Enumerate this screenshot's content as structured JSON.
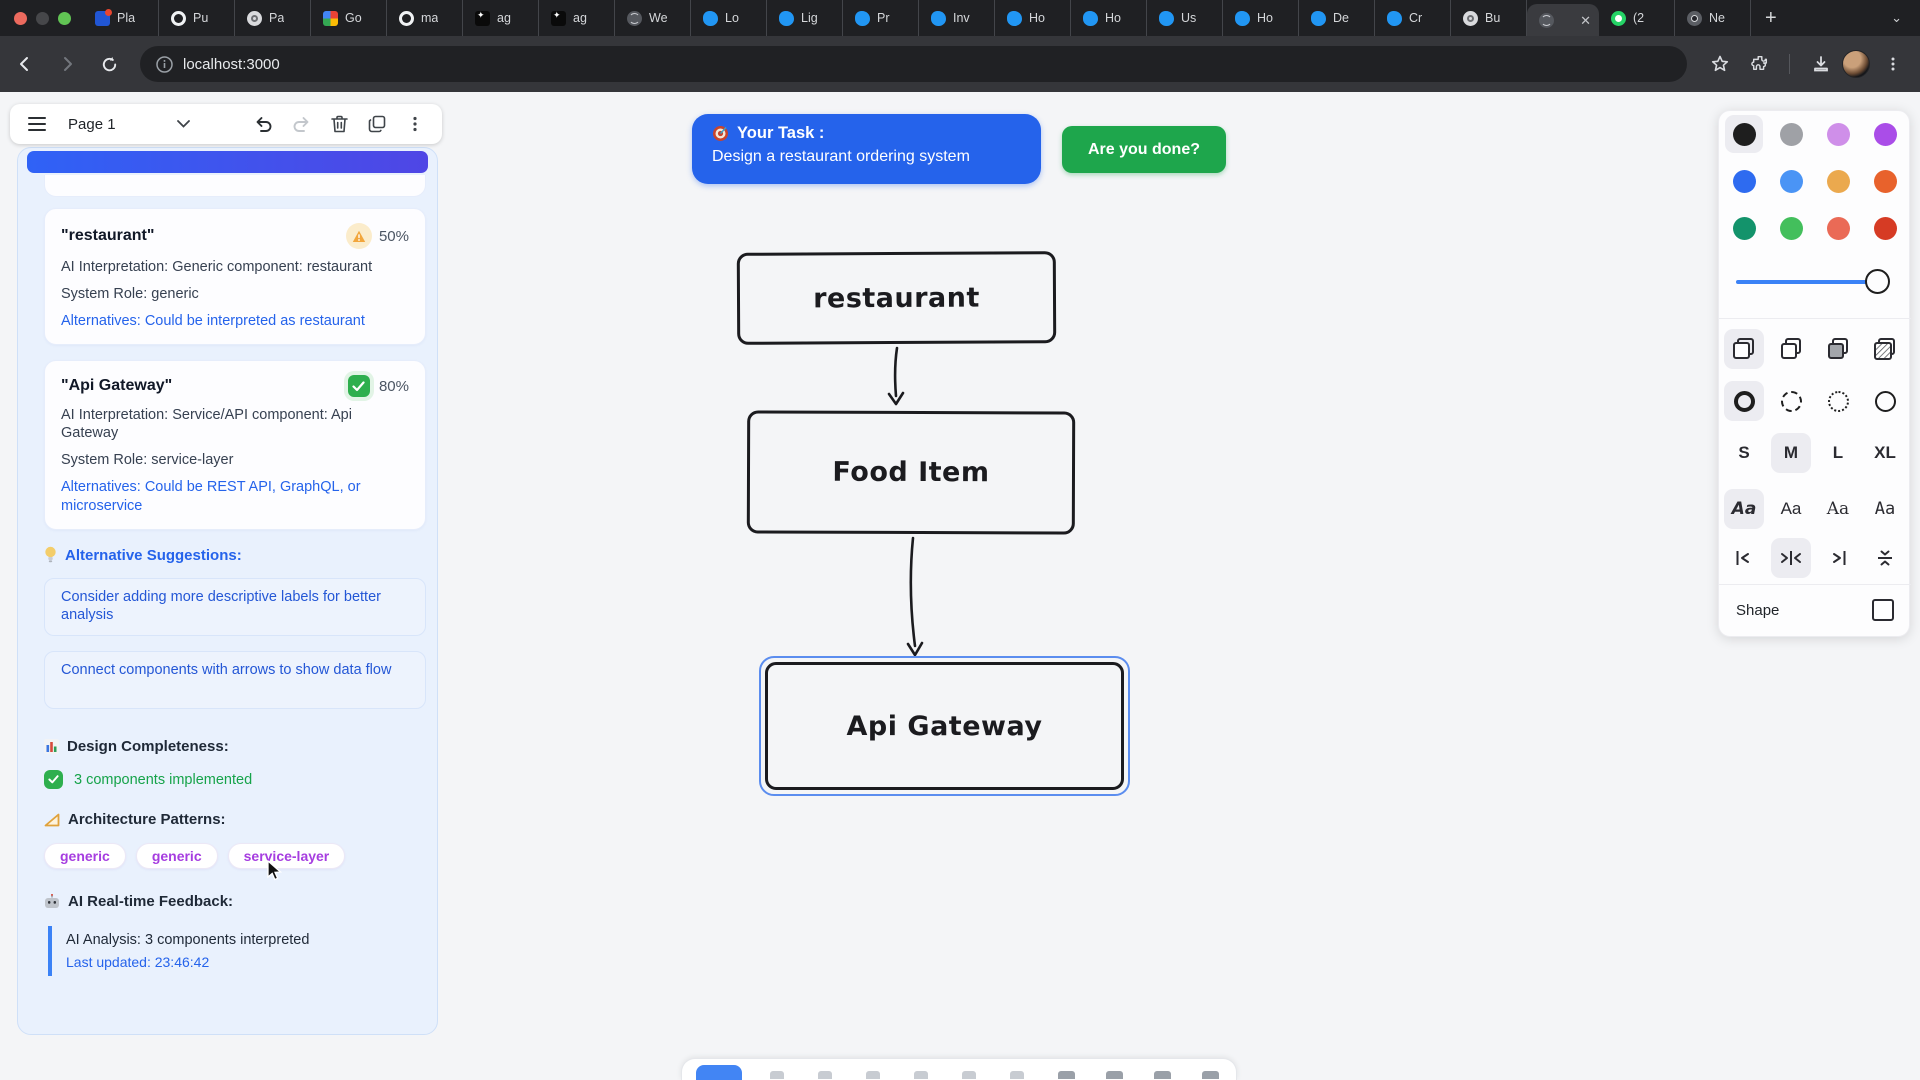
{
  "browser": {
    "url": "localhost:3000",
    "tabs": [
      {
        "label": "Pla",
        "icon": "planka-icon"
      },
      {
        "label": "Pu",
        "icon": "github-icon"
      },
      {
        "label": "Pa",
        "icon": "openai-icon"
      },
      {
        "label": "Go",
        "icon": "meet-icon"
      },
      {
        "label": "ma",
        "icon": "github-icon"
      },
      {
        "label": "ag",
        "icon": "agent-icon"
      },
      {
        "label": "ag",
        "icon": "agent-icon"
      },
      {
        "label": "We",
        "icon": "globe-icon"
      },
      {
        "label": "Lo",
        "icon": "blue-app-icon"
      },
      {
        "label": "Lig",
        "icon": "blue-app-icon"
      },
      {
        "label": "Pr",
        "icon": "blue-app-icon"
      },
      {
        "label": "Inv",
        "icon": "blue-app-icon"
      },
      {
        "label": "Ho",
        "icon": "blue-app-icon"
      },
      {
        "label": "Ho",
        "icon": "blue-app-icon"
      },
      {
        "label": "Us",
        "icon": "blue-app-icon"
      },
      {
        "label": "Ho",
        "icon": "blue-app-icon"
      },
      {
        "label": "De",
        "icon": "blue-app-icon"
      },
      {
        "label": "Cr",
        "icon": "blue-app-icon"
      },
      {
        "label": "Bu",
        "icon": "openai-icon"
      },
      {
        "label": "",
        "icon": "globe-icon"
      },
      {
        "label": "(2",
        "icon": "whatsapp-icon"
      },
      {
        "label": "Ne",
        "icon": "chrome-icon"
      }
    ]
  },
  "page_toolbar": {
    "page_label": "Page 1"
  },
  "sidebar": {
    "components": [
      {
        "name": "\"restaurant\"",
        "confidence": "50%",
        "interpretation": "AI Interpretation: Generic component: restaurant",
        "role": "System Role: generic",
        "alternatives": "Alternatives: Could be interpreted as restaurant"
      },
      {
        "name": "\"Api Gateway\"",
        "confidence": "80%",
        "interpretation": "AI Interpretation: Service/API component: Api Gateway",
        "role": "System Role: service-layer",
        "alternatives": "Alternatives: Could be REST API, GraphQL, or microservice"
      }
    ],
    "suggestions_header": "Alternative Suggestions:",
    "suggestions": [
      "Consider adding more descriptive labels for better analysis",
      "Connect components with arrows to show data flow"
    ],
    "completeness_header": "Design Completeness:",
    "completeness_value": "3 components implemented",
    "patterns_header": "Architecture Patterns:",
    "patterns": [
      "generic",
      "generic",
      "service-layer"
    ],
    "feedback_header": "AI Real-time Feedback:",
    "feedback_line1": "AI Analysis: 3 components interpreted",
    "feedback_line2": "Last updated: 23:46:42"
  },
  "task_banner": {
    "title": "Your Task :",
    "description": "Design a restaurant ordering system"
  },
  "done_button_label": "Are you done?",
  "canvas": {
    "nodes": [
      "restaurant",
      "Food Item",
      "Api Gateway"
    ],
    "selected_node": "Api Gateway"
  },
  "properties_panel": {
    "colors": [
      "#1e1e1e",
      "#9fa1a6",
      "#cf8fe9",
      "#aa4de8",
      "#2e6bf0",
      "#4a94f5",
      "#eba94e",
      "#e8622c",
      "#13936b",
      "#43bf5c",
      "#ea6a56",
      "#d63b24"
    ],
    "accent": "#3b82f6",
    "sizes": [
      "S",
      "M",
      "L",
      "XL"
    ],
    "selected_size": "M",
    "font_samples": [
      "Aa",
      "Aa",
      "Aa",
      "Aa"
    ],
    "shape_label": "Shape"
  }
}
